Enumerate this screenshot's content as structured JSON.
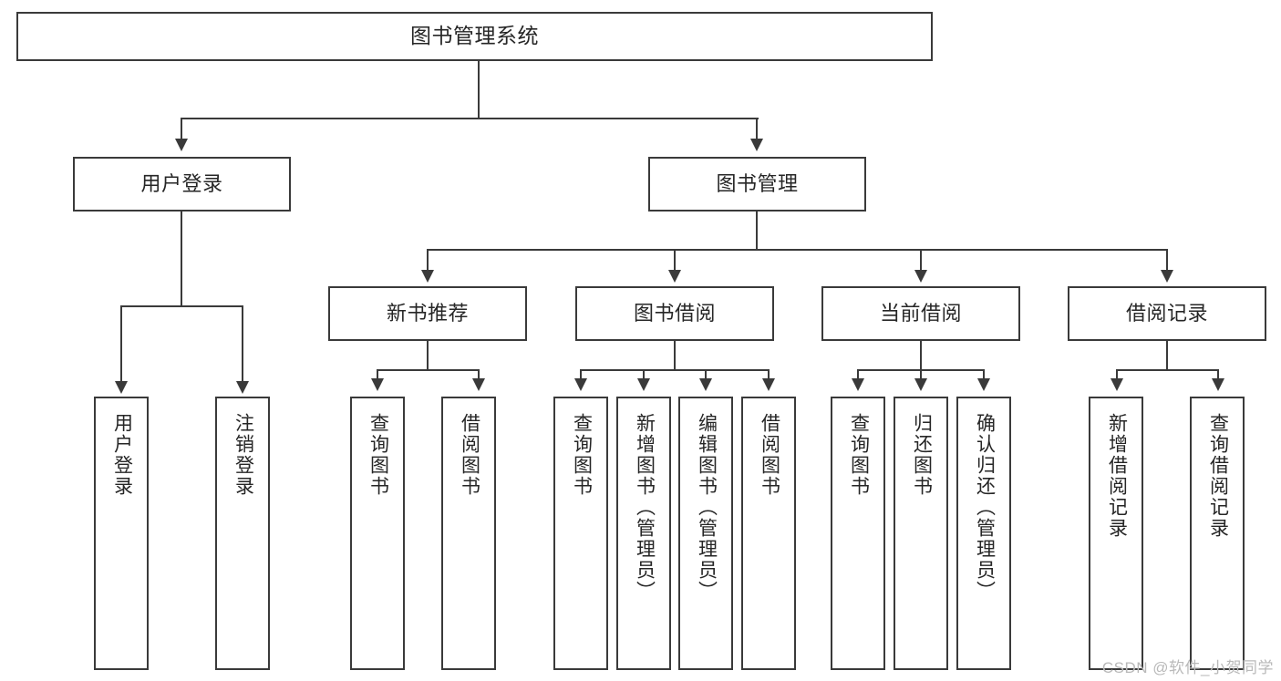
{
  "diagram": {
    "type": "tree-hierarchy",
    "title": "图书管理系统",
    "watermark": "CSDN @软件_小贺同学",
    "colors": {
      "stroke": "#3a3a3a",
      "text": "#262626",
      "background": "#ffffff",
      "watermark": "#b9b9b9"
    },
    "root": {
      "label": "图书管理系统"
    },
    "level2": [
      {
        "label": "用户登录"
      },
      {
        "label": "图书管理"
      }
    ],
    "level3": [
      {
        "label": "新书推荐"
      },
      {
        "label": "图书借阅"
      },
      {
        "label": "当前借阅"
      },
      {
        "label": "借阅记录"
      }
    ],
    "leaves": {
      "user_login": [
        {
          "label": "用户登录"
        },
        {
          "label": "注销登录"
        }
      ],
      "new_book": [
        {
          "label": "查询图书"
        },
        {
          "label": "借阅图书"
        }
      ],
      "book_borrow": [
        {
          "label": "查询图书"
        },
        {
          "label": "新增图书（管理员）"
        },
        {
          "label": "编辑图书（管理员）"
        },
        {
          "label": "借阅图书"
        }
      ],
      "current_borrow": [
        {
          "label": "查询图书"
        },
        {
          "label": "归还图书"
        },
        {
          "label": "确认归还（管理员）"
        }
      ],
      "borrow_record": [
        {
          "label": "新增借阅记录"
        },
        {
          "label": "查询借阅记录"
        }
      ]
    }
  }
}
